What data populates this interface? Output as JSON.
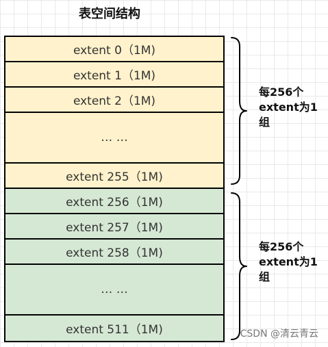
{
  "title": "表空间结构",
  "group1": {
    "extents": [
      {
        "label": "extent 0（1M)"
      },
      {
        "label": "extent 1（1M)"
      },
      {
        "label": "extent 2（1M)"
      },
      {
        "label": "… …"
      },
      {
        "label": "extent 255（1M)"
      }
    ],
    "annotation_line1": "每256个",
    "annotation_line2": "extent为1",
    "annotation_line3": "组",
    "color": "#fff2cc"
  },
  "group2": {
    "extents": [
      {
        "label": "extent 256（1M)"
      },
      {
        "label": "extent 257（1M)"
      },
      {
        "label": "extent 258（1M)"
      },
      {
        "label": "… …"
      },
      {
        "label": "extent 511（1M)"
      }
    ],
    "annotation_line1": "每256个",
    "annotation_line2": "extent为1",
    "annotation_line3": "组",
    "color": "#d5e8d4"
  },
  "watermark": "CSDN @清云青云"
}
